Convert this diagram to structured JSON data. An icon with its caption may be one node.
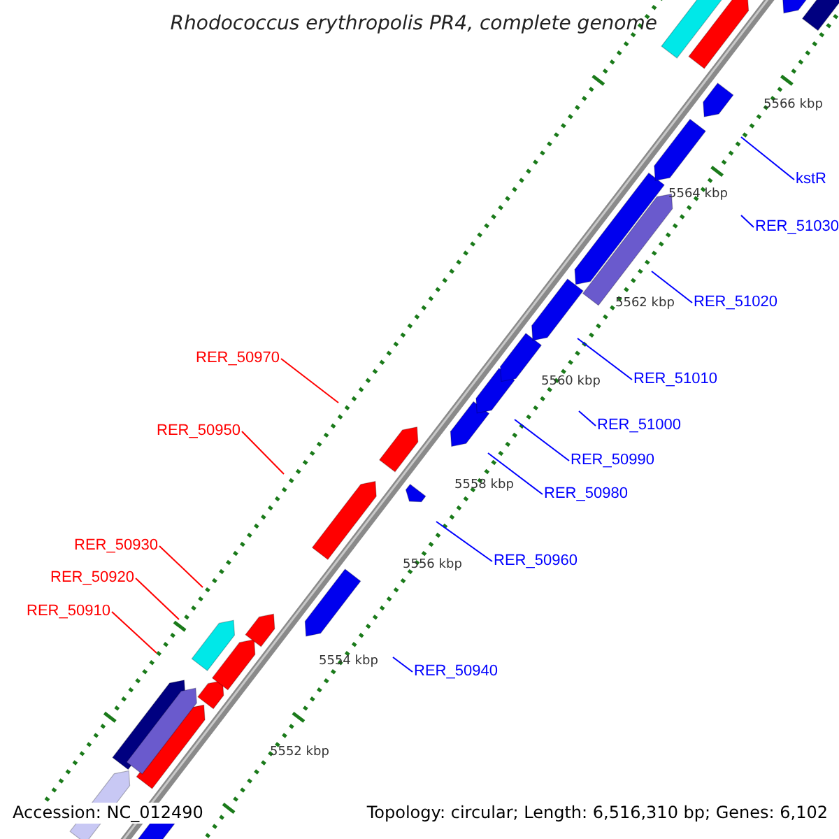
{
  "diagram": {
    "title": "Rhodococcus erythropolis PR4, complete genome",
    "nodes": [
      {
        "text": [
          "RER_50970"
        ]
      },
      {
        "text": [
          "RER_50950"
        ]
      },
      {
        "text": [
          "RER_50930"
        ]
      },
      {
        "text": [
          "RER_50920"
        ]
      },
      {
        "text": [
          "RER_50910"
        ]
      },
      {
        "text": [
          "kstR"
        ]
      },
      {
        "text": [
          "RER_51030"
        ]
      },
      {
        "text": [
          "RER_51020"
        ]
      },
      {
        "text": [
          "RER_51010"
        ]
      },
      {
        "text": [
          "RER_51000"
        ]
      },
      {
        "text": [
          "RER_50990"
        ]
      },
      {
        "text": [
          "RER_50980"
        ]
      },
      {
        "text": [
          "RER_50960"
        ]
      },
      {
        "text": [
          "RER_50940"
        ]
      }
    ],
    "edges": [
      {
        "from": 0,
        "to": null,
        "arrow": "none",
        "color": "#ff0000"
      },
      {
        "from": 1,
        "to": null,
        "arrow": "none",
        "color": "#ff0000"
      },
      {
        "from": 2,
        "to": null,
        "arrow": "none",
        "color": "#ff0000"
      },
      {
        "from": 3,
        "to": null,
        "arrow": "none",
        "color": "#ff0000"
      },
      {
        "from": 4,
        "to": null,
        "arrow": "none",
        "color": "#ff0000"
      },
      {
        "from": 5,
        "to": null,
        "arrow": "none"
      },
      {
        "from": 6,
        "to": null,
        "arrow": "none"
      },
      {
        "from": 7,
        "to": null,
        "arrow": "none"
      },
      {
        "from": 8,
        "to": null,
        "arrow": "none"
      },
      {
        "from": 9,
        "to": null,
        "arrow": "none"
      },
      {
        "from": 10,
        "to": null,
        "arrow": "none"
      },
      {
        "from": 11,
        "to": null,
        "arrow": "none"
      },
      {
        "from": 12,
        "to": null,
        "arrow": "none"
      },
      {
        "from": 13,
        "to": null,
        "arrow": "none"
      }
    ],
    "labels": [
      "5566 kbp",
      "5564 kbp",
      "5562 kbp",
      "5560 kbp",
      "5558 kbp",
      "5556 kbp",
      "5554 kbp",
      "5552 kbp",
      "Accession: NC_012490",
      "Topology: circular; Length: 6,516,310 bp; Genes: 6,102"
    ]
  }
}
